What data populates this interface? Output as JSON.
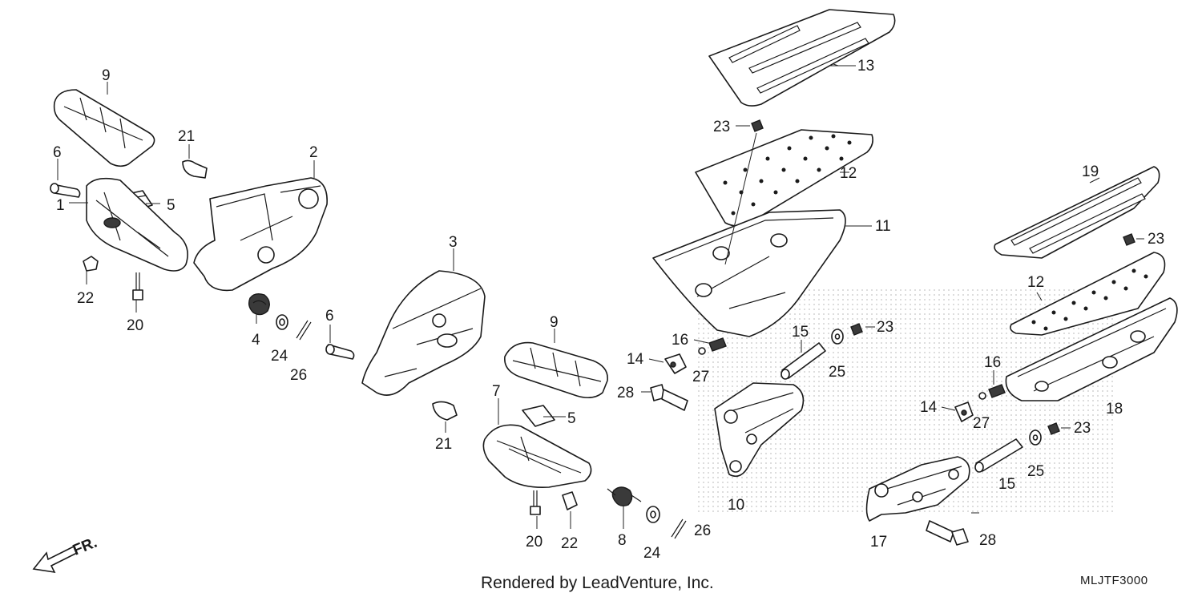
{
  "diagram": {
    "callouts": [
      "1",
      "2",
      "3",
      "4",
      "5",
      "5",
      "6",
      "6",
      "7",
      "8",
      "9",
      "9",
      "10",
      "11",
      "12",
      "12",
      "13",
      "14",
      "14",
      "15",
      "15",
      "16",
      "16",
      "17",
      "18",
      "19",
      "20",
      "20",
      "21",
      "21",
      "22",
      "22",
      "23",
      "23",
      "23",
      "23",
      "24",
      "24",
      "25",
      "25",
      "26",
      "26",
      "27",
      "27",
      "28",
      "28"
    ],
    "direction_label": "FR.",
    "footer": "Rendered by LeadVenture, Inc.",
    "diagram_code": "MLJTF3000"
  }
}
